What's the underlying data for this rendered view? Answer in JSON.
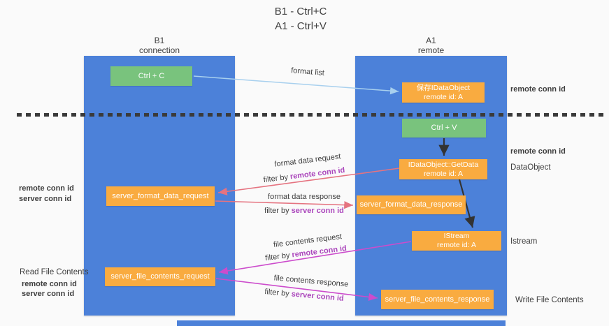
{
  "title": {
    "line1": "B1 - Ctrl+C",
    "line2": "A1 - Ctrl+V"
  },
  "lanes": {
    "left": {
      "name": "B1",
      "role": "connection"
    },
    "right": {
      "name": "A1",
      "role": "remote"
    }
  },
  "boxes": {
    "ctrl_c": "Ctrl + C",
    "ctrl_v": "Ctrl + V",
    "save_dataobject_line1": "保存IDataObject",
    "save_dataobject_line2": "remote id: A",
    "getdata_line1": "IDataObject::GetData",
    "getdata_line2": "remote id: A",
    "istream_line1": "IStream",
    "istream_line2": "remote id: A",
    "format_request": "server_format_data_request",
    "format_response": "server_format_data_response",
    "file_request": "server_file_contents_request",
    "file_response": "server_file_contents_response"
  },
  "arrows": {
    "format_list": "format list",
    "format_data_request": "format data request",
    "format_data_response": "format data response",
    "file_contents_request": "file contents request",
    "file_contents_response": "file contents response",
    "filter_by": "filter by ",
    "remote_conn_id": "remote conn id",
    "server_conn_id": "server conn id"
  },
  "side_labels": {
    "remote_conn_id": "remote conn id",
    "server_conn_id": "server conn id",
    "dataobject": "DataObject",
    "istream": "Istream",
    "read_file_contents": "Read File Contents",
    "write_file_contents": "Write File Contents"
  },
  "colors": {
    "lane_blue": "#4c81d9",
    "box_green": "#79c37d",
    "box_orange": "#f9ab40",
    "purple_text": "#ab47bc",
    "green_text": "#66bb6a",
    "dark_text": "#3e3e3e",
    "red_arrow": "#e57380",
    "magenta_arrow": "#cc4ccc",
    "blue_arrow": "#a8d0ee"
  }
}
